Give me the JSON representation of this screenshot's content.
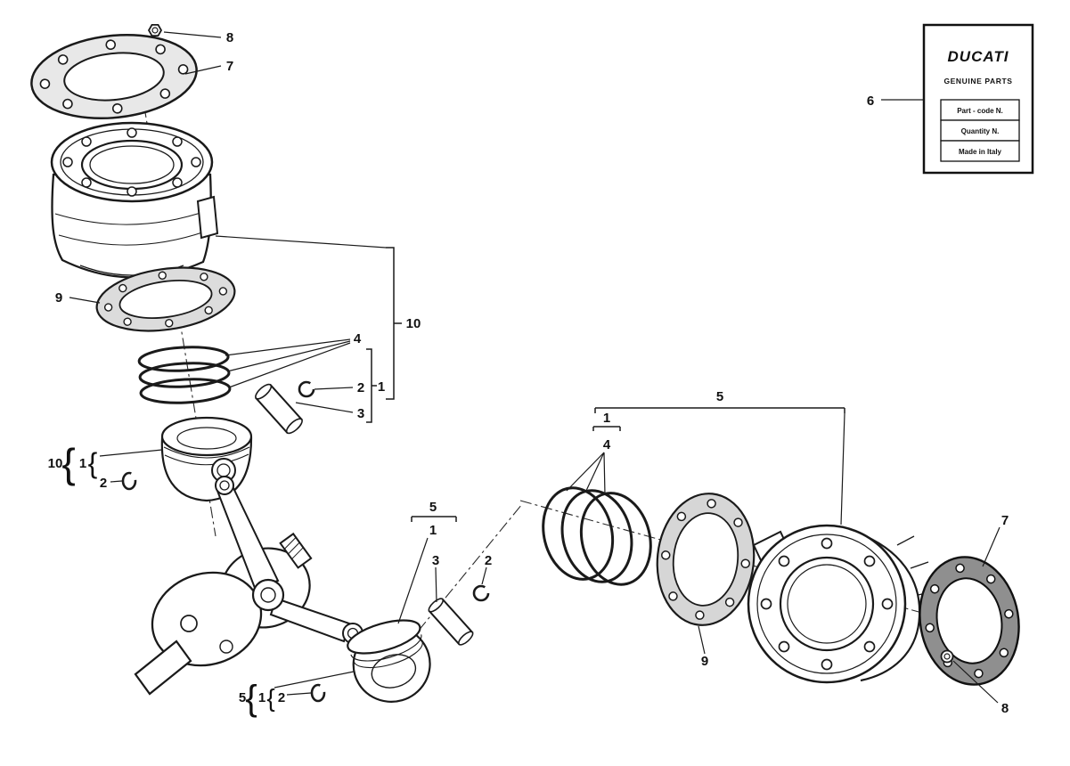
{
  "page": {
    "background": "#ffffff",
    "line_color": "#1a1a1a"
  },
  "callouts": {
    "top_bolt": "8",
    "top_head_gasket": "7",
    "left_base_gasket": "9",
    "left_piston_rings": "4",
    "left_circlip": "2",
    "left_wrist_pin": "3",
    "left_piston_assembly": "1",
    "vertical_cylinder_assembly": "10",
    "left_group_outer": "10",
    "left_group_inner": "1",
    "left_group_circlip": "2",
    "mid_group": "5",
    "mid_group_inner": "1",
    "mid_wrist_pin": "3",
    "mid_circlip": "2",
    "bottom_group_outer": "5",
    "bottom_group_inner": "1",
    "bottom_circlip": "2",
    "right_cylinder_assembly": "5",
    "right_piston_assembly": "1",
    "right_piston_rings": "4",
    "right_base_gasket": "9",
    "right_head_gasket": "7",
    "right_bolt": "8",
    "parts_label": "6"
  },
  "braces": {
    "outer_left": "{",
    "inner_left": "{",
    "outer_bottom": "{",
    "inner_bottom": "{"
  },
  "label_box": {
    "brand": "DUCATI",
    "subtitle": "GENUINE PARTS",
    "rows": [
      "Part - code N.",
      "Quantity N.",
      "Made in Italy"
    ]
  }
}
